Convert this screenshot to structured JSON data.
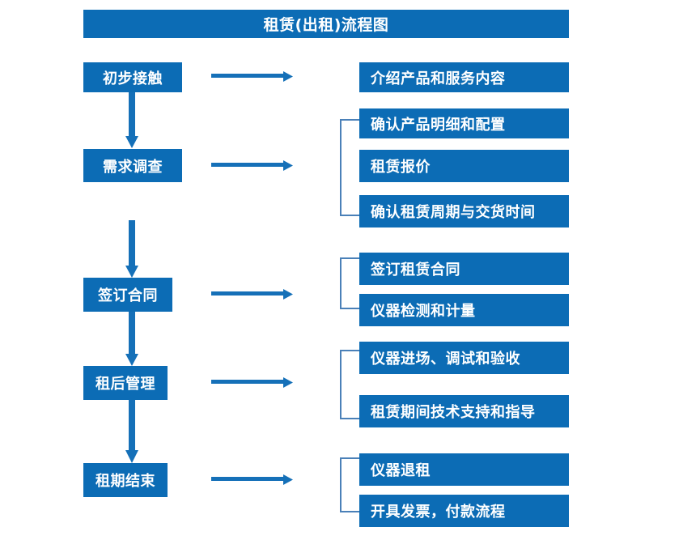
{
  "theme": {
    "brand_blue": "#0c6cb5",
    "arrow_blue": "#1570b8",
    "bracket_blue": "#4a80b8",
    "background": "#ffffff",
    "text_color": "#ffffff"
  },
  "header": {
    "title": "租赁(出租)流程图"
  },
  "flow": {
    "stages": [
      {
        "label": "初步接触"
      },
      {
        "label": "需求调查"
      },
      {
        "label": "签订合同"
      },
      {
        "label": "租后管理"
      },
      {
        "label": "租期结束"
      }
    ],
    "details": [
      {
        "label": "介绍产品和服务内容"
      },
      {
        "label": "确认产品明细和配置"
      },
      {
        "label": "租赁报价"
      },
      {
        "label": "确认租赁周期与交货时间"
      },
      {
        "label": "签订租赁合同"
      },
      {
        "label": "仪器检测和计量"
      },
      {
        "label": "仪器进场、调试和验收"
      },
      {
        "label": "租赁期间技术支持和指导"
      },
      {
        "label": "仪器退租"
      },
      {
        "label": "开具发票，付款流程"
      }
    ],
    "connectors": {
      "right_arrow_icon": "arrow-right-icon",
      "down_arrow_icon": "arrow-down-icon",
      "bracket_icon": "group-bracket-icon"
    }
  }
}
